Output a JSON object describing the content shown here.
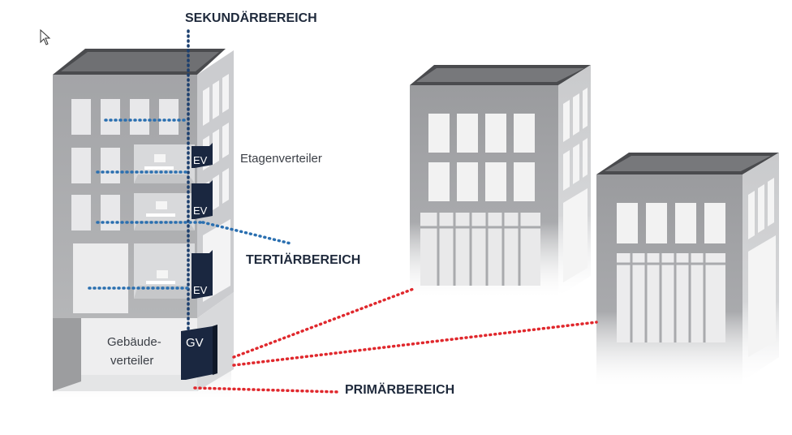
{
  "labels": {
    "secondary": "SEKUNDÄRBEREICH",
    "tertiary": "TERTIÄRBEREICH",
    "primary": "PRIMÄRBEREICH",
    "floor_distributor": "Etagenverteiler",
    "building_distributor_line1": "Gebäude-",
    "building_distributor_line2": "verteiler",
    "ev": "EV",
    "gv": "GV"
  },
  "colors": {
    "secondary_line": "#1c3f6e",
    "tertiary_line": "#2a6fb0",
    "primary_line": "#e0282d",
    "cabinet": "#1a2740",
    "building_front": "#9b9c9f",
    "building_side": "#c5c6c8",
    "building_roof": "#4a4b4e"
  },
  "icons": {
    "cursor": "mouse-pointer-icon"
  }
}
